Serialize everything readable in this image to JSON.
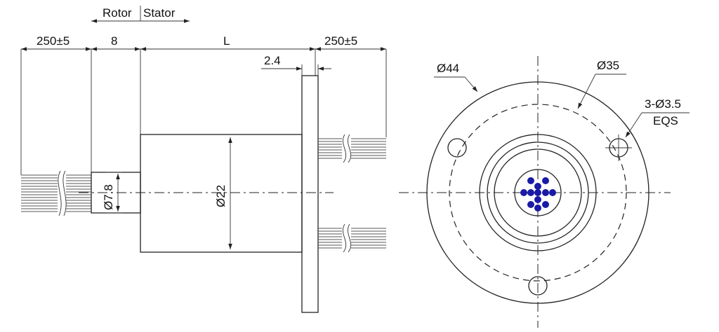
{
  "labels": {
    "rotor": "Rotor",
    "stator": "Stator",
    "rotor_lead": "250±5",
    "rotor_len": "8",
    "body_len": "L",
    "flange_thk": "2.4",
    "stator_lead": "250±5",
    "rotor_dia": "Ø7.8",
    "body_dia": "Ø22",
    "flange_dia": "Ø44",
    "pcd": "Ø35",
    "holes": "3-Ø3.5",
    "eqs": "EQS"
  },
  "colors": {
    "line": "#222222",
    "contact_dot": "#1a1aa6"
  }
}
